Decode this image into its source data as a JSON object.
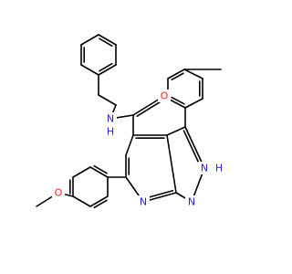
{
  "molecule": {
    "colors": {
      "carbon_bond": "#000000",
      "nitrogen": "#1f1fff",
      "oxygen": "#ff1f1f",
      "background": "#ffffff"
    },
    "atom_labels": {
      "amide_n": "N",
      "amide_h": "H",
      "carbonyl_o": "O",
      "methoxy_o": "O",
      "pyridine_n": "N",
      "pyrazole_n1": "N",
      "pyrazole_nh": "N",
      "pyrazole_nh_h": "H"
    }
  }
}
